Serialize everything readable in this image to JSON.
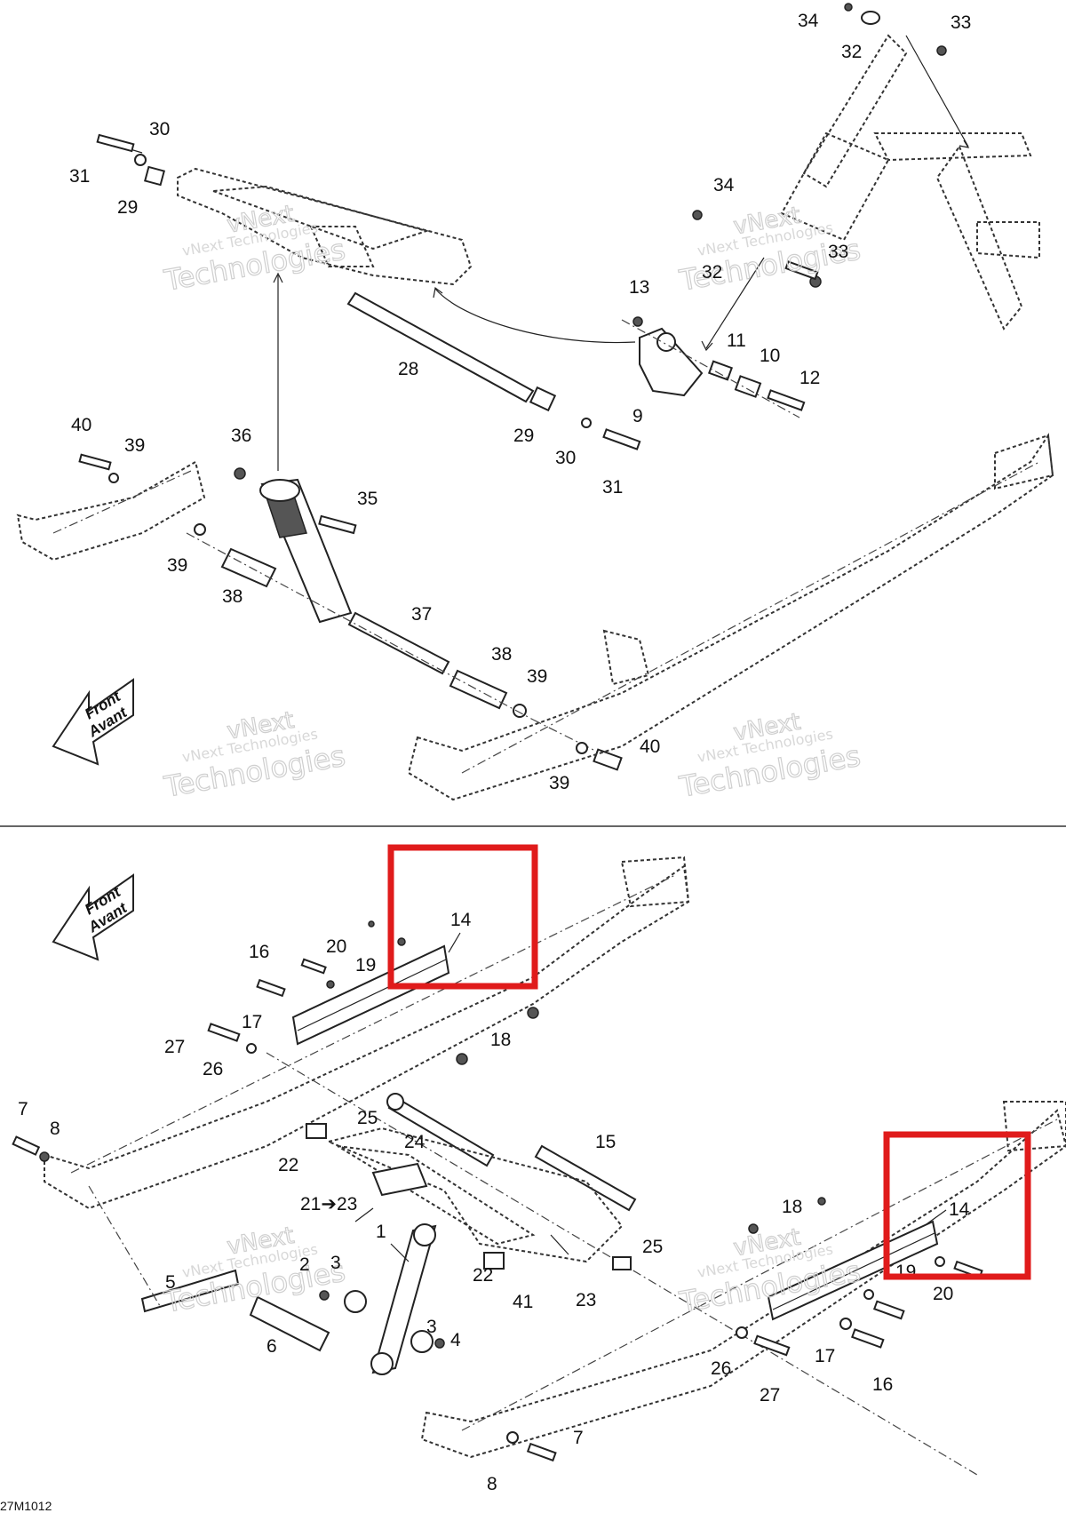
{
  "figure_code": "27M1012",
  "front_arrow": {
    "line1": "Front",
    "line2": "Avant"
  },
  "watermark": {
    "line1": "vNext",
    "line2": "vNext Technologies",
    "line3": "Technologies"
  },
  "highlight_color": "#e01b1b",
  "callouts_top": [
    "34",
    "32",
    "33",
    "30",
    "31",
    "29",
    "34",
    "32",
    "33",
    "13",
    "11",
    "10",
    "12",
    "9",
    "28",
    "29",
    "30",
    "31",
    "40",
    "39",
    "36",
    "35",
    "39",
    "38",
    "37",
    "38",
    "39",
    "40",
    "39"
  ],
  "callouts_bottom": [
    "14",
    "20",
    "19",
    "16",
    "17",
    "18",
    "27",
    "26",
    "7",
    "8",
    "25",
    "24",
    "15",
    "22",
    "21➔23",
    "18",
    "14",
    "19",
    "20",
    "1",
    "2",
    "3",
    "5",
    "22",
    "41",
    "23",
    "25",
    "3",
    "4",
    "6",
    "26",
    "17",
    "16",
    "27",
    "8",
    "7"
  ]
}
